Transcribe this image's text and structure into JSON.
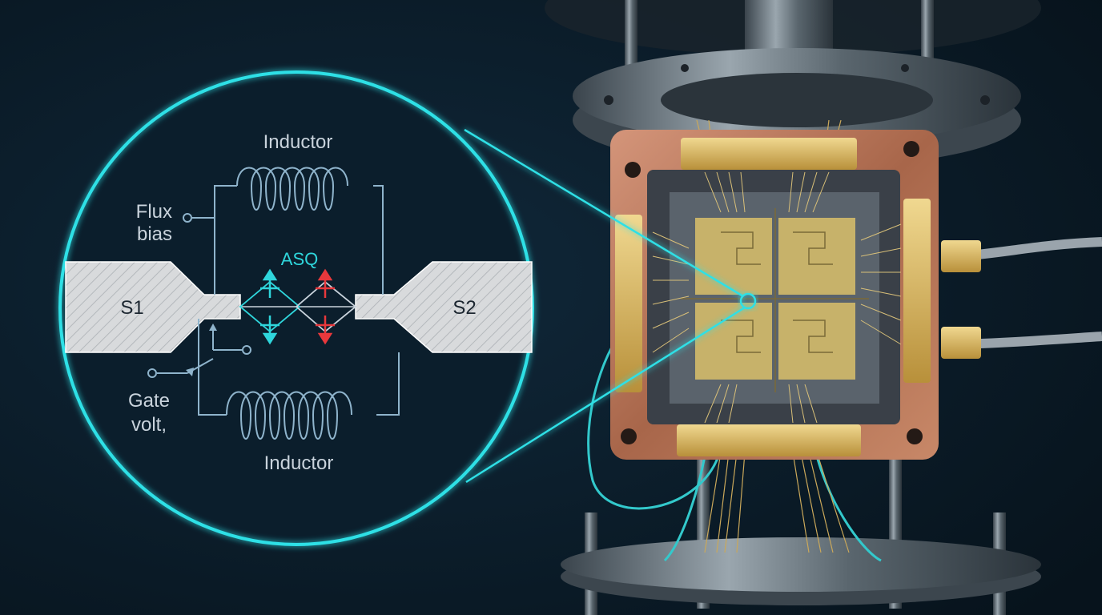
{
  "labels": {
    "inductor_top": "Inductor",
    "inductor_bottom": "Inductor",
    "flux_line1": "Flux",
    "flux_line2": "bias",
    "asq": "ASQ",
    "s1": "S1",
    "s2": "S2",
    "gate_line1": "Gate",
    "gate_line2": "volt,"
  },
  "colors": {
    "background": "#0b1a24",
    "glow": "#2fe0e6",
    "wire": "#8fb4cc",
    "spin_up": "#2fd6dc",
    "spin_down": "#e8383c",
    "copper": "#b8785a",
    "gold": "#d8b45a",
    "chip": "#4a5560"
  }
}
